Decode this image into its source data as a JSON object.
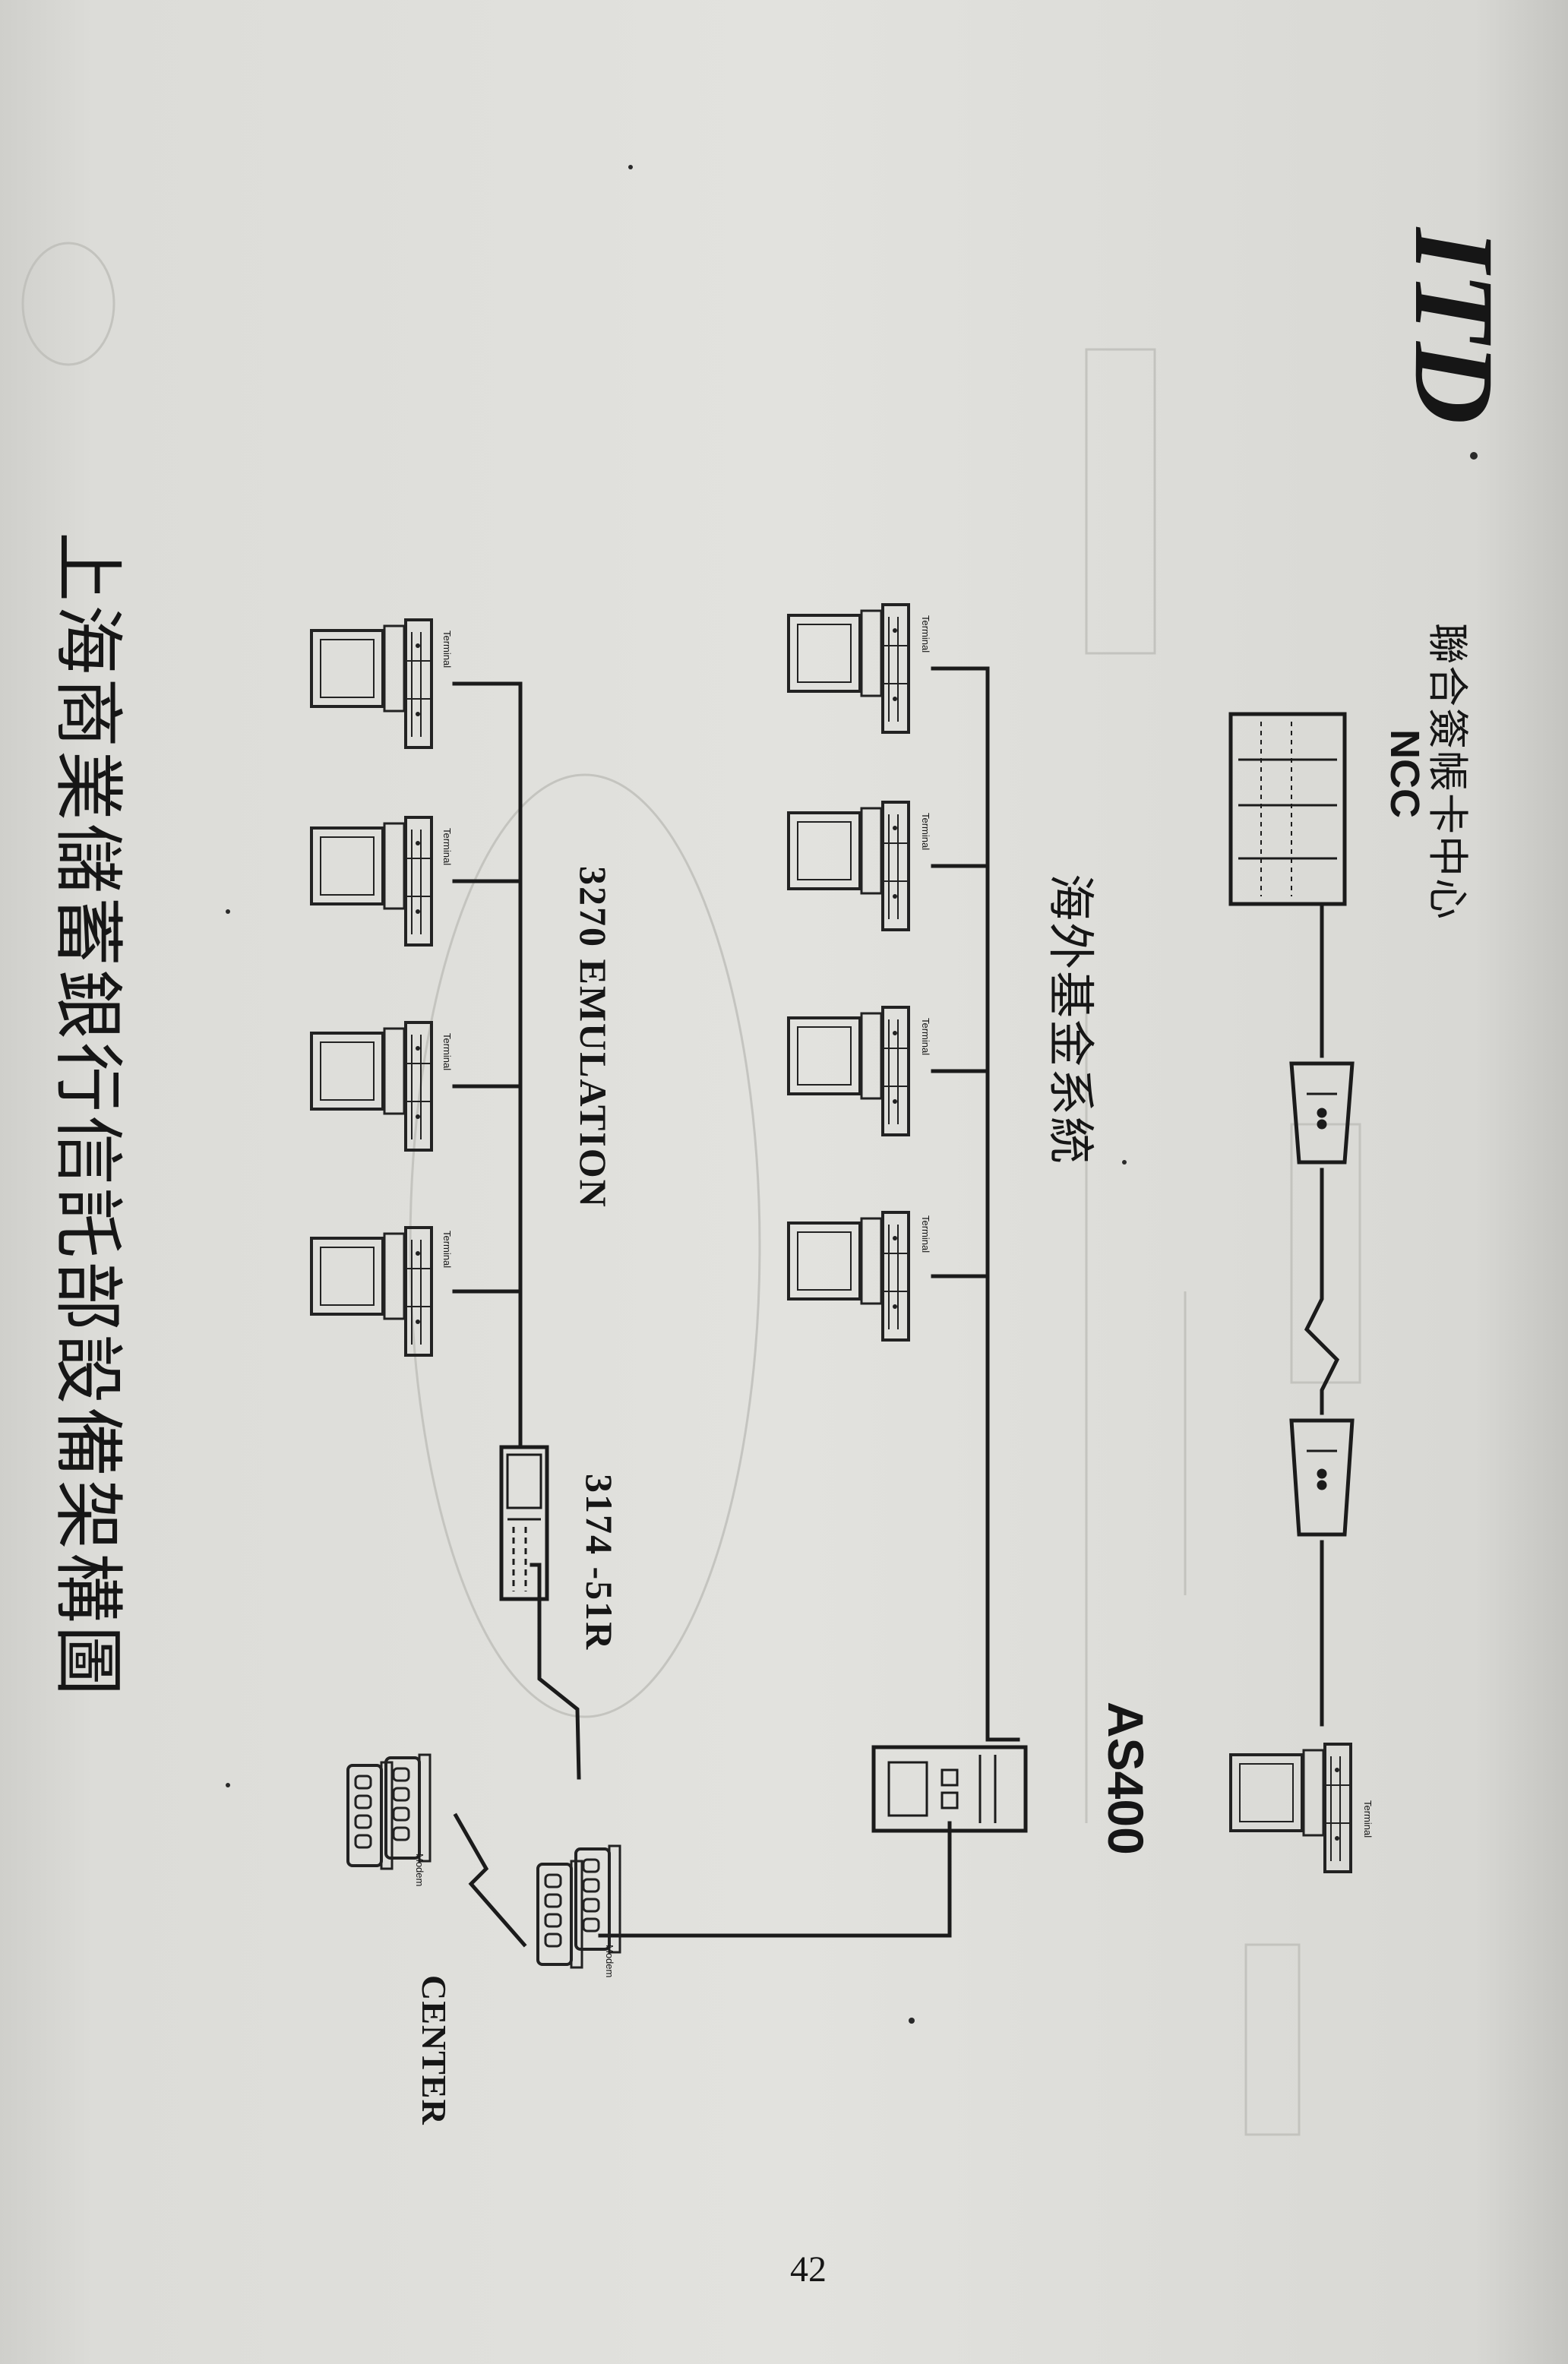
{
  "title": "上海商業儲蓄銀行信託部設備架構圖",
  "labels": {
    "center": "CENTER",
    "modem": "Modem",
    "terminal": "Terminal",
    "controller": "3174 -51R",
    "emulation": "3270  EMULATION",
    "as400": "AS400",
    "overseas_system": "海外基金系統",
    "ncc": "NCC",
    "ncc_chinese": "聯合簽帳卡中心"
  },
  "logo": "ITD",
  "page_number": "42",
  "colors": {
    "ink": "#161616",
    "paper": "#e0e0dc"
  }
}
